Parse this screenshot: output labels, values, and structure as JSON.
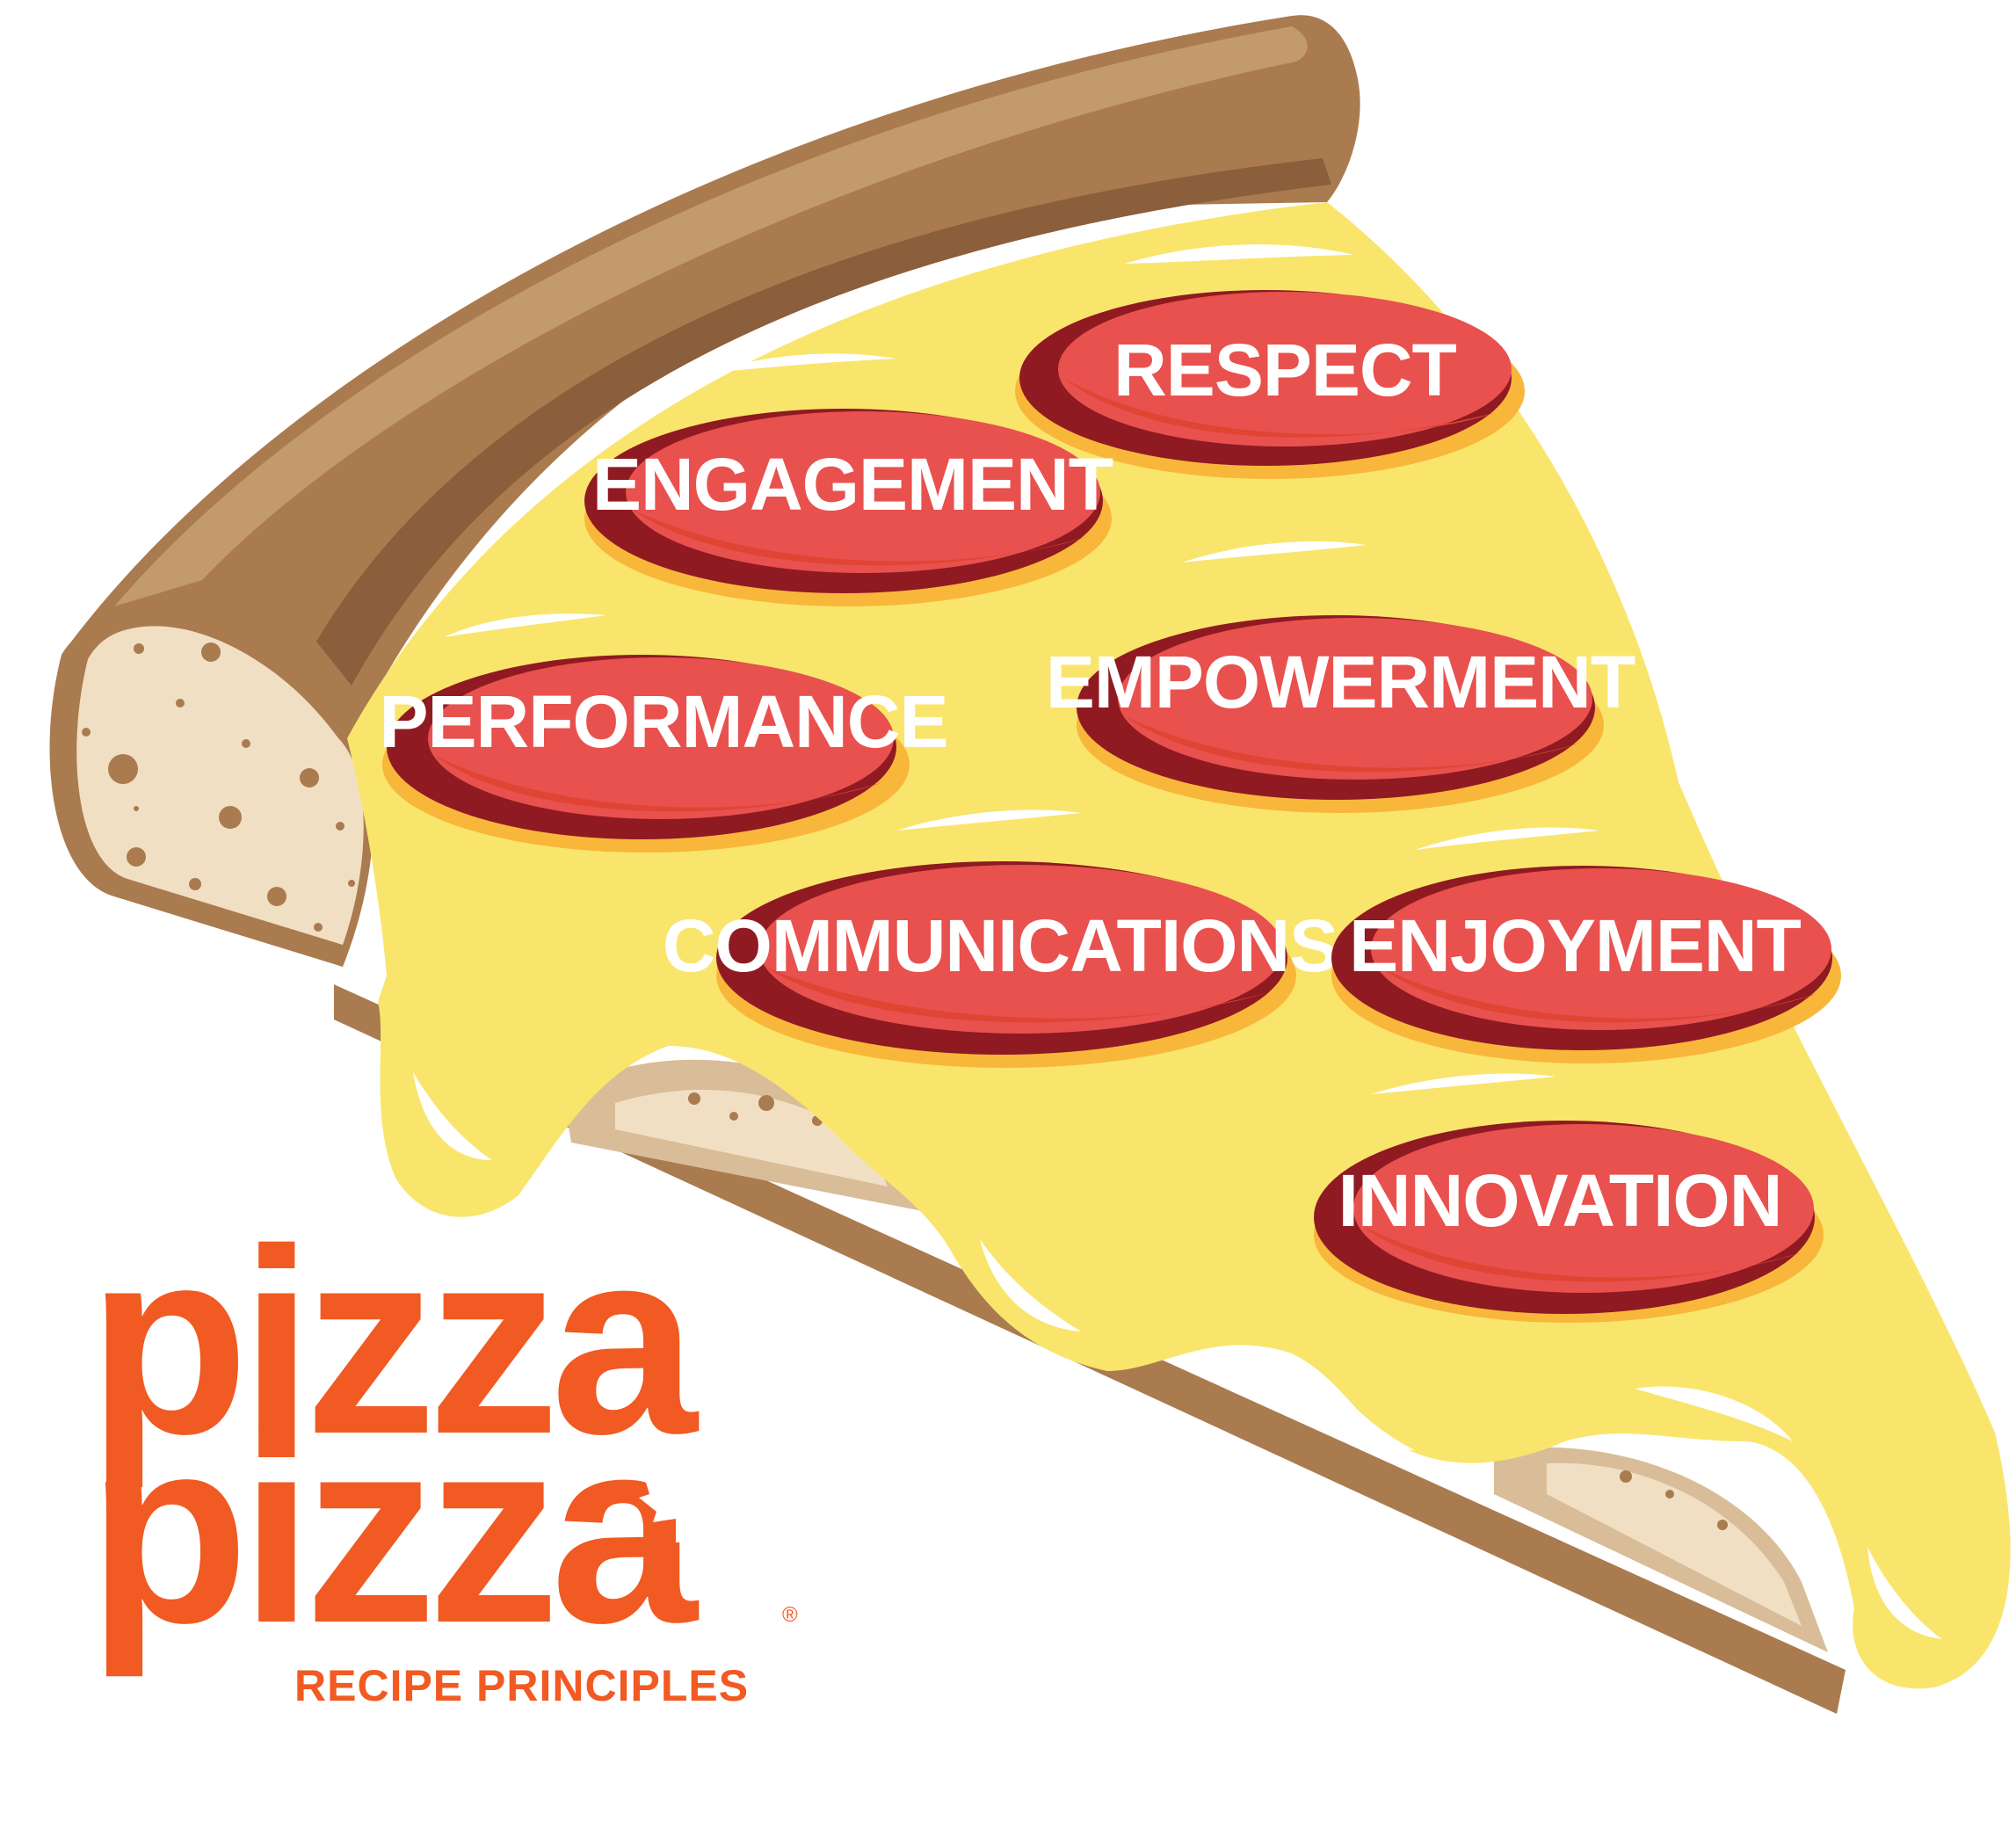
{
  "pizza": {
    "principles": [
      "RESPECT",
      "ENGAGEMENT",
      "PERFORMANCE",
      "EMPOWERMENT",
      "COMMUNICATIONS",
      "ENJOYMENT",
      "INNOVATION"
    ]
  },
  "logo": {
    "line1": "pizza",
    "line2": "pizza",
    "registered": "®",
    "tagline": "RECIPE PRINCIPLES",
    "emblem": "maple-leaf-icon"
  },
  "colors": {
    "crust": "#a97b4f",
    "crust_dark": "#8b5e3c",
    "crust_light": "#c39a6b",
    "bread": "#f1dfc4",
    "cheese": "#f9e56c",
    "cheese_shadow": "#f8b73a",
    "pepperoni": "#e8514e",
    "pepperoni_dark": "#8f1a22",
    "brand_orange": "#f15a22"
  }
}
